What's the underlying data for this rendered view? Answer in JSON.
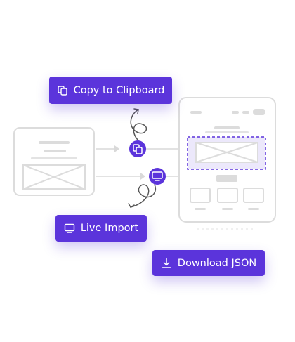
{
  "accent_color": "#5B34DB",
  "buttons": {
    "copy": {
      "label": "Copy to Clipboard",
      "icon": "copy-icon"
    },
    "live": {
      "label": "Live Import",
      "icon": "monitor-icon"
    },
    "download": {
      "label": "Download JSON",
      "icon": "download-icon"
    }
  },
  "diagram": {
    "connector_icons": [
      "copy-icon",
      "monitor-icon"
    ],
    "source": "wireframe-small",
    "target": "wireframe-page"
  }
}
